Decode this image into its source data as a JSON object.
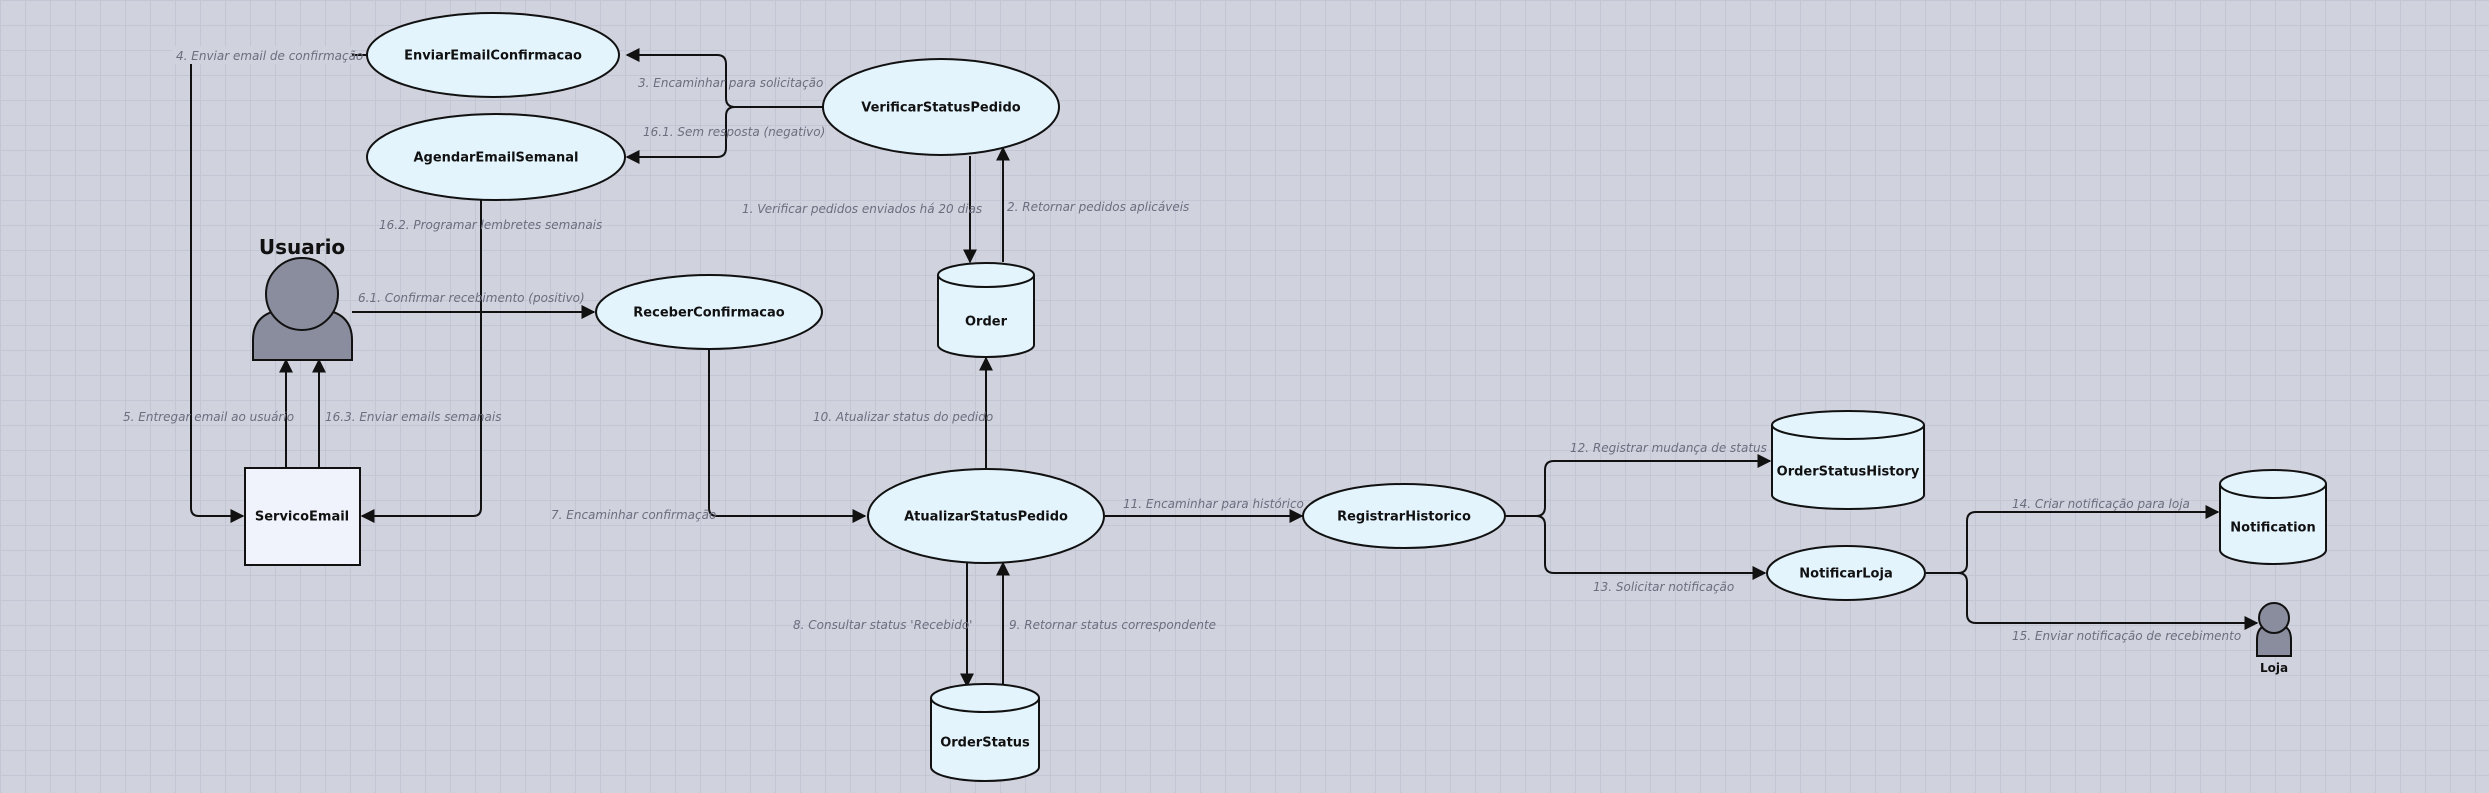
{
  "actors": {
    "usuario": "Usuario",
    "loja": "Loja"
  },
  "nodes": {
    "enviar_email_confirmacao": "EnviarEmailConfirmacao",
    "agendar_email_semanal": "AgendarEmailSemanal",
    "verificar_status_pedido": "VerificarStatusPedido",
    "receber_confirmacao": "ReceberConfirmacao",
    "atualizar_status_pedido": "AtualizarStatusPedido",
    "registrar_historico": "RegistrarHistorico",
    "notificar_loja": "NotificarLoja",
    "servico_email": "ServicoEmail"
  },
  "stores": {
    "order": "Order",
    "order_status": "OrderStatus",
    "order_status_history": "OrderStatusHistory",
    "notification": "Notification"
  },
  "edges": {
    "e1": "1. Verificar pedidos enviados há 20 dias",
    "e2": "2. Retornar pedidos aplicáveis",
    "e3": "3. Encaminhar para solicitação",
    "e4": "4. Enviar email de confirmação",
    "e5": "5. Entregar email ao usuário",
    "e6_1": "6.1. Confirmar recebimento (positivo)",
    "e7": "7. Encaminhar confirmação",
    "e8": "8. Consultar status 'Recebido'",
    "e9": "9. Retornar status correspondente",
    "e10": "10. Atualizar status do pedido",
    "e11": "11. Encaminhar para histórico",
    "e12": "12. Registrar mudança de status",
    "e13": "13. Solicitar notificação",
    "e14": "14. Criar notificação para loja",
    "e15": "15. Enviar notificação de recebimento",
    "e16_1": "16.1. Sem resposta (negativo)",
    "e16_2": "16.2. Programar lembretes semanais",
    "e16_3": "16.3. Enviar emails semanais"
  }
}
